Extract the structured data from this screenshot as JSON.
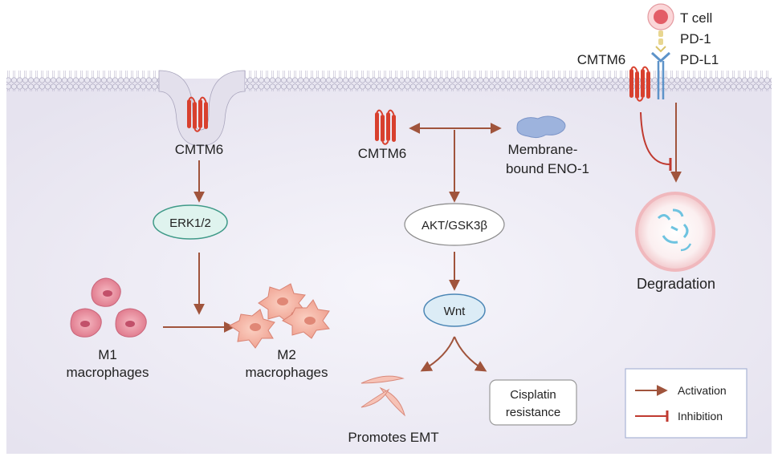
{
  "labels": {
    "cmtm6_left": "CMTM6",
    "erk": "ERK1/2",
    "m1_line1": "M1",
    "m1_line2": "macrophages",
    "m2_line1": "M2",
    "m2_line2": "macrophages",
    "cmtm6_center": "CMTM6",
    "eno_line1": "Membrane-",
    "eno_line2": "bound ENO-1",
    "akt": "AKT/GSK3β",
    "wnt": "Wnt",
    "emt": "Promotes EMT",
    "cis_line1": "Cisplatin",
    "cis_line2": "resistance",
    "cmtm6_right": "CMTM6",
    "tcell": "T cell",
    "pd1": "PD-1",
    "pdl1": "PD-L1",
    "degradation": "Degradation"
  },
  "legend": {
    "activation": "Activation",
    "inhibition": "Inhibition"
  },
  "colors": {
    "arrow": "#a0543c",
    "inhibit": "#c03a30",
    "protein": "#d8402e",
    "erk_fill": "#dff3ee",
    "wnt_fill": "#dcecf6",
    "membrane": "#c9c4da"
  }
}
